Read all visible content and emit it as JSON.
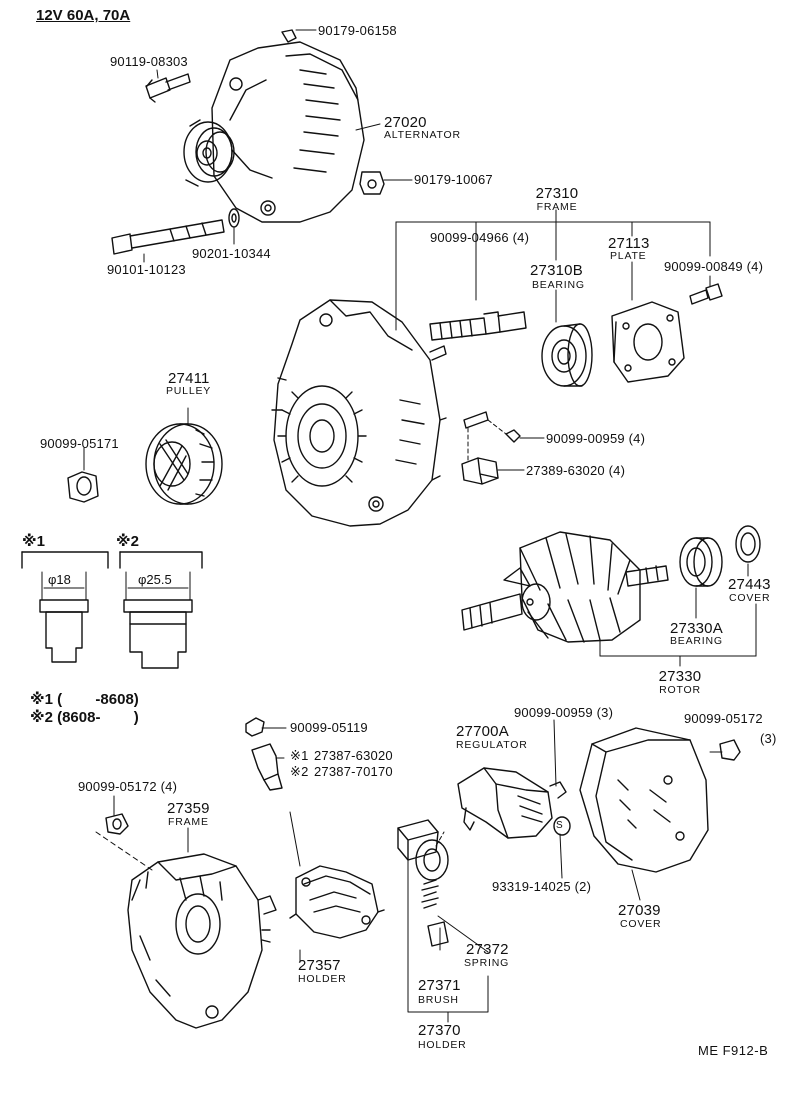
{
  "title": "12V 60A, 70A",
  "footer_code": "ME  F912-B",
  "parts": {
    "p90179_06158": "90179-06158",
    "p90119_08303": "90119-08303",
    "p27020": "27020",
    "alternator": "ALTERNATOR",
    "p90179_10067": "90179-10067",
    "p90201_10344": "90201-10344",
    "p90101_10123": "90101-10123",
    "p27310": "27310",
    "frame_top": "FRAME",
    "p90099_04966": "90099-04966 (4)",
    "p27310B": "27310B",
    "bearing_27310B": "BEARING",
    "p27113": "27113",
    "plate": "PLATE",
    "p90099_00849": "90099-00849 (4)",
    "p27411": "27411",
    "pulley": "PULLEY",
    "p90099_05171": "90099-05171",
    "p90099_00959_a": "90099-00959 (4)",
    "p27389_63020": "27389-63020 (4)",
    "p27443": "27443",
    "cover_27443": "COVER",
    "p27330A": "27330A",
    "bearing_27330A": "BEARING",
    "p27330": "27330",
    "rotor": "ROTOR",
    "p90099_05119": "90099-05119",
    "p27387_63020": "27387-63020",
    "p27387_70170": "27387-70170",
    "p27700A": "27700A",
    "regulator": "REGULATOR",
    "p90099_00959_b": "90099-00959 (3)",
    "p90099_05172_a": "90099-05172",
    "qty_3": "(3)",
    "p90099_05172_b": "90099-05172 (4)",
    "p27359": "27359",
    "frame_lower": "FRAME",
    "p93319_14025": "93319-14025 (2)",
    "p27039": "27039",
    "cover_27039": "COVER",
    "p27372": "27372",
    "spring": "SPRING",
    "p27357": "27357",
    "holder_27357": "HOLDER",
    "p27371": "27371",
    "brush": "BRUSH",
    "p27370": "27370",
    "holder_27370": "HOLDER"
  },
  "variants": {
    "k1": "※1",
    "k2": "※2",
    "dia1": "φ18",
    "dia2": "φ25.5",
    "note_k1": "※1 (        -8608)",
    "note_k2": "※2 (8608-        )",
    "mark1": "※1",
    "mark2": "※2",
    "s_mark": "S"
  }
}
